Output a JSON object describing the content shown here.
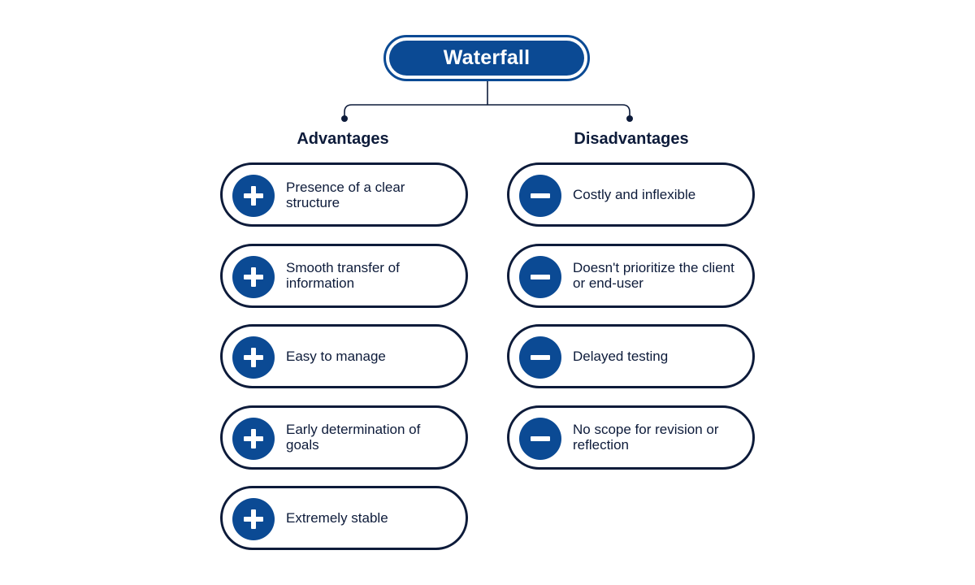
{
  "title": "Waterfall",
  "advantages": {
    "heading": "Advantages",
    "items": [
      "Presence of a clear structure",
      "Smooth transfer of information",
      "Easy to manage",
      "Early determination of goals",
      "Extremely stable"
    ]
  },
  "disadvantages": {
    "heading": "Disadvantages",
    "items": [
      "Costly and inflexible",
      "Doesn't prioritize the client or end-user",
      "Delayed testing",
      "No scope for revision or reflection"
    ]
  },
  "colors": {
    "primary": "#0b4a94",
    "outline": "#0d1b3a"
  },
  "icons": {
    "advantage": "plus-icon",
    "disadvantage": "minus-icon"
  }
}
